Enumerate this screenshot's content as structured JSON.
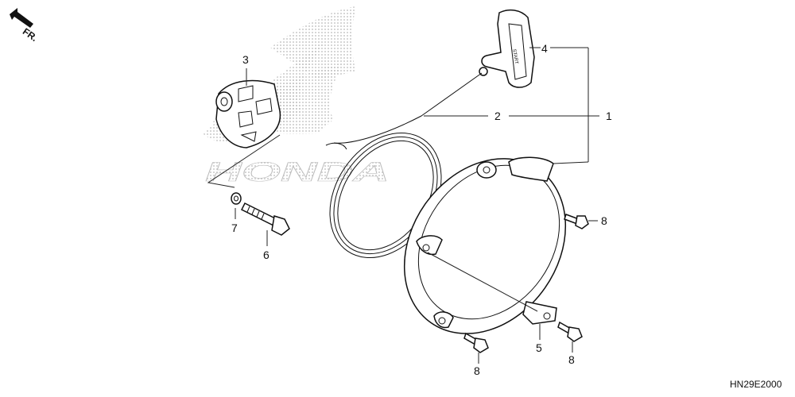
{
  "orientation": {
    "label": "FR."
  },
  "brand_watermark": {
    "text": "HONDA",
    "color": "#c8c8c8"
  },
  "callouts": {
    "c1": "1",
    "c2": "2",
    "c3": "3",
    "c4": "4",
    "c5": "5",
    "c6": "6",
    "c7": "7",
    "c8a": "8",
    "c8b": "8",
    "c8c": "8"
  },
  "handle_text": "START",
  "diagram_code": "HN29E2000"
}
